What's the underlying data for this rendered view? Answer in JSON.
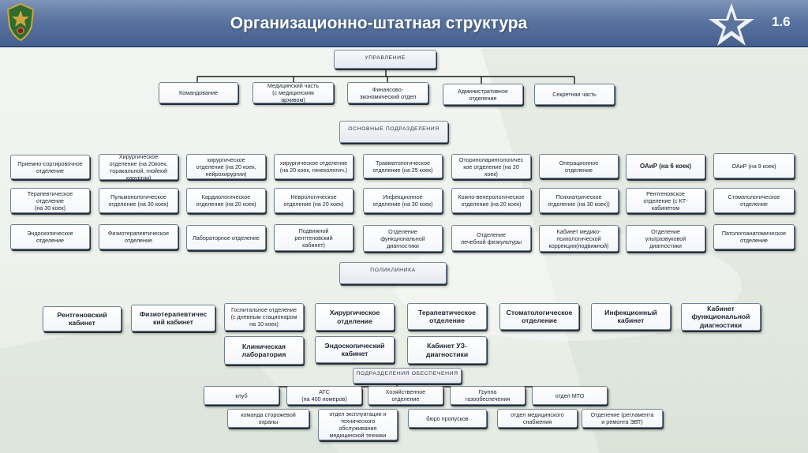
{
  "header": {
    "title": "Организационно-штатная структура",
    "slide_number": "1.6"
  },
  "diagram": {
    "management": {
      "title": "УПРАВЛЕНИЕ",
      "items": [
        "Командование",
        "Медицинский часть\n(с медицинским\nархивом)",
        "Финансово-\nэкономический отдел",
        "Административное\nотделение",
        "Секретная часть"
      ]
    },
    "main_units": {
      "title": "ОСНОВНЫЕ ПОДРАЗДЕЛЕНИЯ",
      "row1": [
        "Приемно-сортировочное\nотделение",
        "Хирургическое\nотделение (на 20коек,\nторакальной, гнойной\nхирургии)",
        "хирургическое\nотделение (на 20 коек,\nнейрохирургии)",
        "хирургическое отделение\n(на 20 коек, гинекологич.)",
        "Травматологическое\nотделение (на 25 коек)",
        "Оториноларингологичес\nкое отделение (на 20\nкоек)",
        "Операционное\nотделение",
        "ОАиР (на 6 коек)",
        "ОАиР (на 9 коек)"
      ],
      "row2": [
        "Терапевтическое\nотделение\n(на 30 коек)",
        "Пульмонологическое\nотделение (на 30 коек)",
        "Кардиологическое\nотделение (на 20 коек)",
        "Неврологическое\nотделение (на 20 коек)",
        "Инфекционное\nотделение (на 30 коек)",
        "Кожно-венерологическое\nотделение (на 20 коек)",
        "Психиатрическое\nотделение (на 30 коек))",
        "Рентгеновское\nотделение (с КТ-\nкабинетом",
        "Стоматологическое\nотделение"
      ],
      "row3": [
        "Эндоскопическое\nотделение",
        "Физиотерапевтическое\nотделение",
        "Лабораторное отделение",
        "Подвижной\nрентгеновский\nкабинет)",
        "Отделение\nфункциональной\nдиагностики",
        "Отделение\nлечебной физкультуры",
        "Кабинет медико-\nпсихологической\nкоррекции(подвижной)",
        "Отделение\nультразвуковой\nдиагностики",
        "Патологоанатомическое\nотделение"
      ]
    },
    "polyclinic": {
      "title": "ПОЛИКЛИНИКА",
      "items": [
        "Рентгеновский\nкабинет",
        "Физиотерапевтичес\nкий кабинет",
        "Госпитальное отделение\n(с дневным стационаром\nна 10 коек)",
        "Хирургическое\nотделение",
        "Терапевтическое\nотделение",
        "Стоматологическое\nотделение",
        "Инфекционный\nкабинет",
        "Кабинет\nфункциональной\nдиагностики",
        "Клиническая\nлаборатория",
        "Эндоскопический\nкабинет",
        "Кабинет УЗ-\nдиагностики"
      ]
    },
    "support": {
      "title": "ПОДРАЗДЕЛЕНИЯ ОБЕСПЕЧЕНИЯ",
      "row1": [
        "клуб",
        "АТС\n(на 400 номеров)",
        "Хозяйственное\nотделение",
        "Группа\nгазообеспечения",
        "отдел МТО"
      ],
      "row2": [
        "команда сторожевой\nохраны",
        "отдел эксплуатации и\nтехнического\nобслуживания\nмедицинской техники",
        "бюро пропусков",
        "отдел медицинского\nснабжения",
        "Отделение (регламента\nи ремонта ЭВТ)"
      ]
    }
  }
}
